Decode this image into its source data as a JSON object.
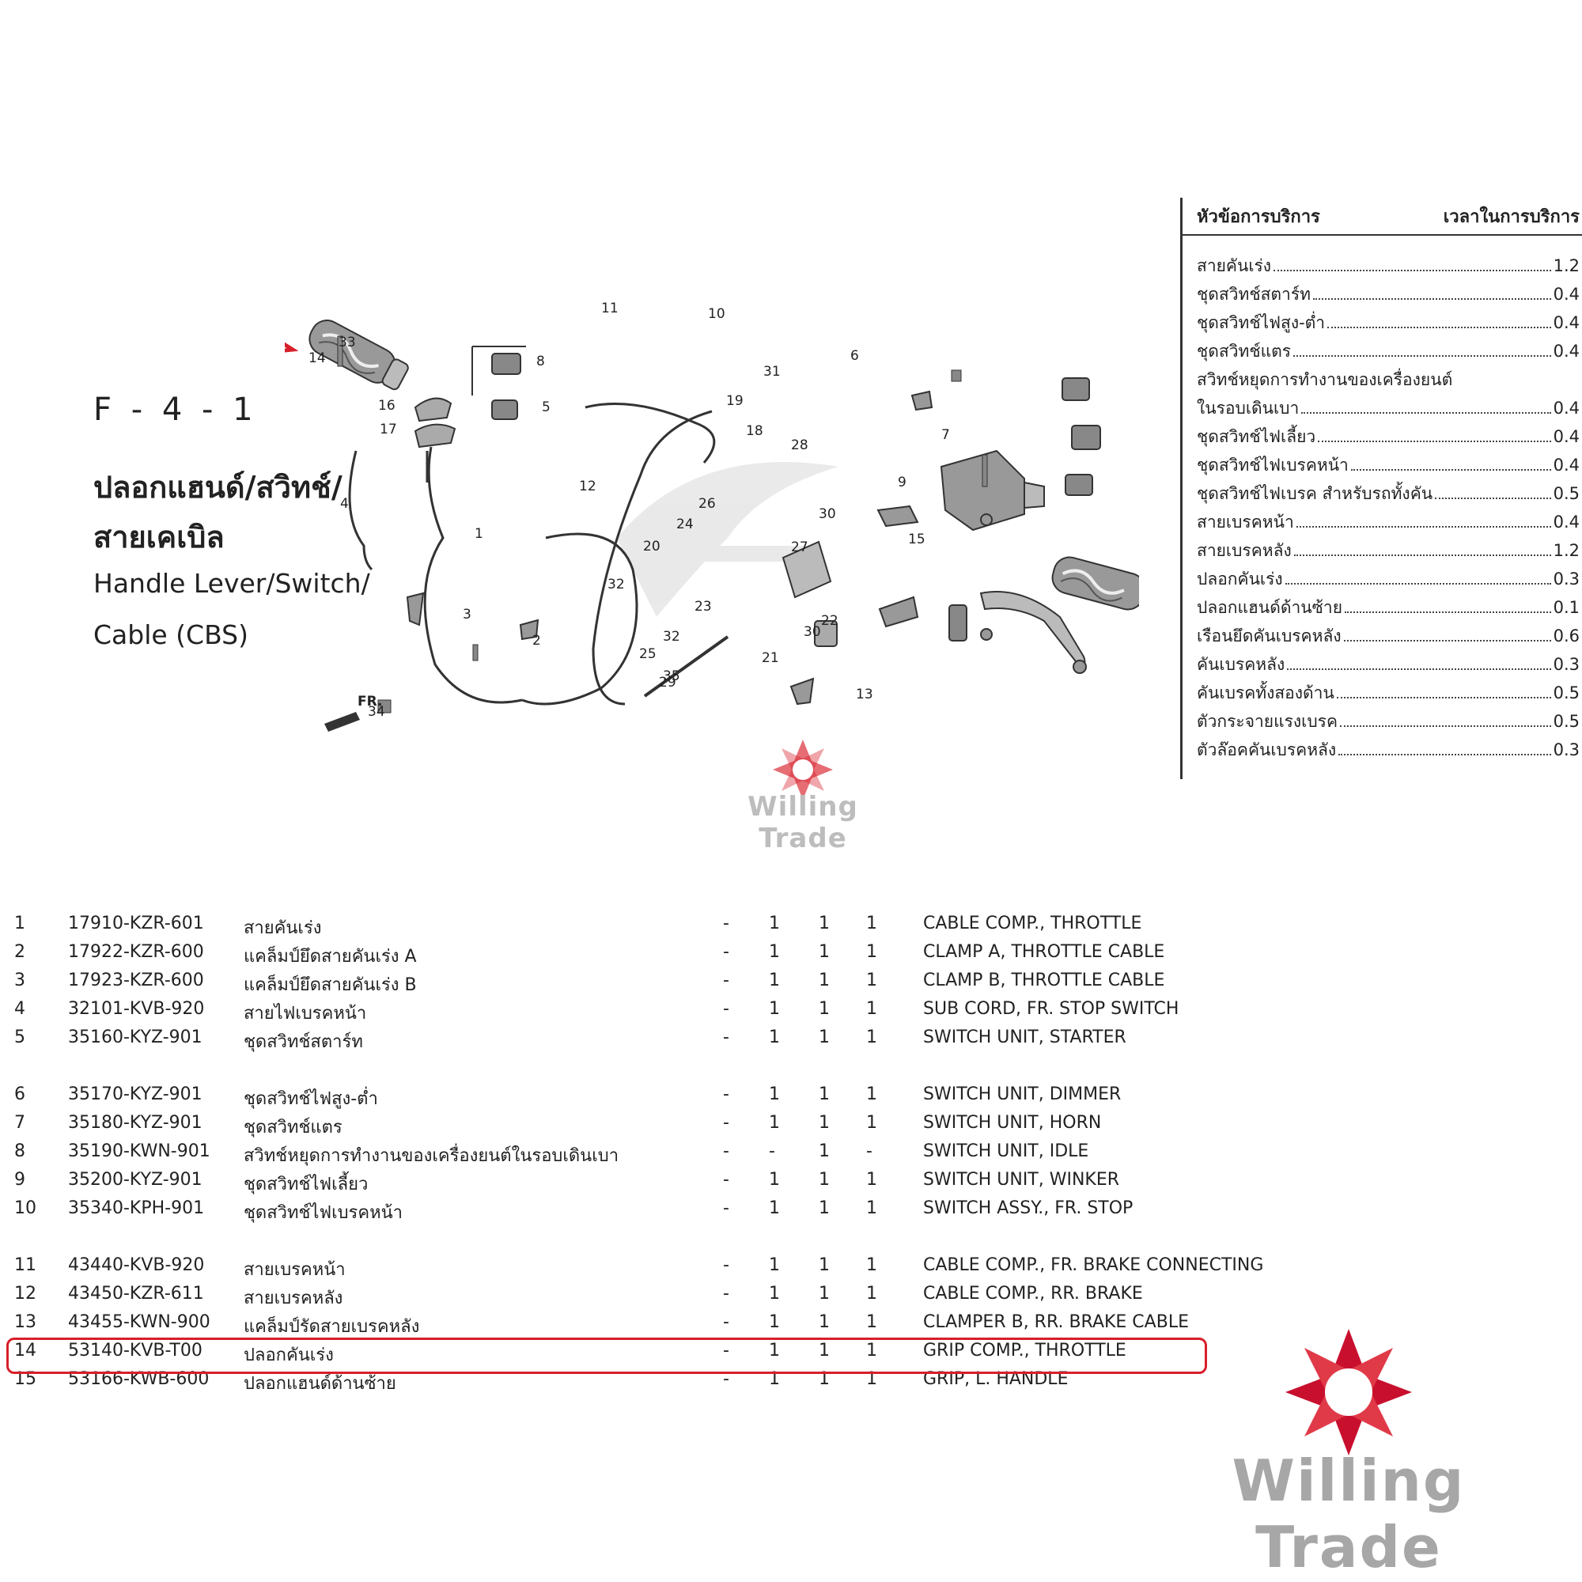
{
  "figure": {
    "code": "F - 4 - 1",
    "title_th_line1": "ปลอกแฮนด์/สวิทช์/",
    "title_th_line2": "สายเคเบิล",
    "title_en_line1": "Handle Lever/Switch/",
    "title_en_line2": "Cable (CBS)"
  },
  "diagram": {
    "direction_label": "FR.",
    "callouts": [
      "1",
      "2",
      "3",
      "4",
      "5",
      "6",
      "7",
      "8",
      "9",
      "10",
      "11",
      "12",
      "13",
      "14",
      "15",
      "16",
      "17",
      "18",
      "19",
      "20",
      "21",
      "22",
      "23",
      "24",
      "25",
      "26",
      "27",
      "28",
      "29",
      "30",
      "30",
      "31",
      "32",
      "32",
      "33",
      "34",
      "35"
    ],
    "colors": {
      "arrow": "#d81f2a",
      "lines": "#333333"
    }
  },
  "service": {
    "header_left": "หัวข้อการบริการ",
    "header_right": "เวลาในการบริการ",
    "items": [
      {
        "label": "สายคันเร่ง",
        "value": "1.2"
      },
      {
        "label": "ชุดสวิทช์สตาร์ท",
        "value": "0.4"
      },
      {
        "label": "ชุดสวิทช์ไฟสูง-ต่ำ",
        "value": "0.4"
      },
      {
        "label": "ชุดสวิทช์แตร",
        "value": "0.4"
      },
      {
        "label": "สวิทช์หยุดการทำงานของเครื่องยนต์",
        "value": ""
      },
      {
        "label": "ในรอบเดินเบา",
        "value": "0.4"
      },
      {
        "label": "ชุดสวิทช์ไฟเลี้ยว",
        "value": "0.4"
      },
      {
        "label": "ชุดสวิทช์ไฟเบรคหน้า",
        "value": "0.4"
      },
      {
        "label": "ชุดสวิทช์ไฟเบรค สำหรับรถทั้งคัน",
        "value": "0.5"
      },
      {
        "label": "สายเบรคหน้า",
        "value": "0.4"
      },
      {
        "label": "สายเบรคหลัง",
        "value": "1.2"
      },
      {
        "label": "ปลอกคันเร่ง",
        "value": "0.3"
      },
      {
        "label": "ปลอกแฮนด์ด้านซ้าย",
        "value": "0.1"
      },
      {
        "label": "เรือนยึดคันเบรคหลัง",
        "value": "0.6"
      },
      {
        "label": "คันเบรคหลัง",
        "value": "0.3"
      },
      {
        "label": "คันเบรคทั้งสองด้าน",
        "value": "0.5"
      },
      {
        "label": "ตัวกระจายแรงเบรค",
        "value": "0.5"
      },
      {
        "label": "ตัวล๊อคคันเบรคหลัง",
        "value": "0.3"
      }
    ]
  },
  "parts": [
    {
      "no": "1",
      "pn": "17910-KZR-601",
      "th": "สายคันเร่ง",
      "q": [
        "-",
        "1",
        "1",
        "1"
      ],
      "en": "CABLE COMP., THROTTLE"
    },
    {
      "no": "2",
      "pn": "17922-KZR-600",
      "th": "แคล็มป์ยึดสายคันเร่ง A",
      "q": [
        "-",
        "1",
        "1",
        "1"
      ],
      "en": "CLAMP A, THROTTLE CABLE"
    },
    {
      "no": "3",
      "pn": "17923-KZR-600",
      "th": "แคล็มป์ยึดสายคันเร่ง B",
      "q": [
        "-",
        "1",
        "1",
        "1"
      ],
      "en": "CLAMP B, THROTTLE CABLE"
    },
    {
      "no": "4",
      "pn": "32101-KVB-920",
      "th": "สายไฟเบรคหน้า",
      "q": [
        "-",
        "1",
        "1",
        "1"
      ],
      "en": "SUB CORD, FR. STOP SWITCH"
    },
    {
      "no": "5",
      "pn": "35160-KYZ-901",
      "th": "ชุดสวิทช์สตาร์ท",
      "q": [
        "-",
        "1",
        "1",
        "1"
      ],
      "en": "SWITCH UNIT, STARTER"
    },
    {
      "no": "6",
      "pn": "35170-KYZ-901",
      "th": "ชุดสวิทช์ไฟสูง-ต่ำ",
      "q": [
        "-",
        "1",
        "1",
        "1"
      ],
      "en": "SWITCH UNIT, DIMMER"
    },
    {
      "no": "7",
      "pn": "35180-KYZ-901",
      "th": "ชุดสวิทช์แตร",
      "q": [
        "-",
        "1",
        "1",
        "1"
      ],
      "en": "SWITCH UNIT, HORN"
    },
    {
      "no": "8",
      "pn": "35190-KWN-901",
      "th": "สวิทช์หยุดการทำงานของเครื่องยนต์ในรอบเดินเบา",
      "q": [
        "-",
        "-",
        "1",
        "-"
      ],
      "en": "SWITCH UNIT, IDLE"
    },
    {
      "no": "9",
      "pn": "35200-KYZ-901",
      "th": "ชุดสวิทช์ไฟเลี้ยว",
      "q": [
        "-",
        "1",
        "1",
        "1"
      ],
      "en": "SWITCH UNIT, WINKER"
    },
    {
      "no": "10",
      "pn": "35340-KPH-901",
      "th": "ชุดสวิทช์ไฟเบรคหน้า",
      "q": [
        "-",
        "1",
        "1",
        "1"
      ],
      "en": "SWITCH ASSY., FR. STOP"
    },
    {
      "no": "11",
      "pn": "43440-KVB-920",
      "th": "สายเบรคหน้า",
      "q": [
        "-",
        "1",
        "1",
        "1"
      ],
      "en": "CABLE COMP., FR. BRAKE CONNECTING"
    },
    {
      "no": "12",
      "pn": "43450-KZR-611",
      "th": "สายเบรคหลัง",
      "q": [
        "-",
        "1",
        "1",
        "1"
      ],
      "en": "CABLE COMP., RR. BRAKE"
    },
    {
      "no": "13",
      "pn": "43455-KWN-900",
      "th": "แคล็มป์รัดสายเบรคหลัง",
      "q": [
        "-",
        "1",
        "1",
        "1"
      ],
      "en": "CLAMPER B, RR. BRAKE CABLE"
    },
    {
      "no": "14",
      "pn": "53140-KVB-T00",
      "th": "ปลอกคันเร่ง",
      "q": [
        "-",
        "1",
        "1",
        "1"
      ],
      "en": "GRIP COMP., THROTTLE"
    },
    {
      "no": "15",
      "pn": "53166-KWB-600",
      "th": "ปลอกแฮนด์ด้านซ้าย",
      "q": [
        "-",
        "1",
        "1",
        "1"
      ],
      "en": "GRIP, L. HANDLE"
    }
  ],
  "highlight_color": "#d81f2a",
  "watermark": {
    "text": "Willing Trade",
    "color": "#c8102e"
  }
}
